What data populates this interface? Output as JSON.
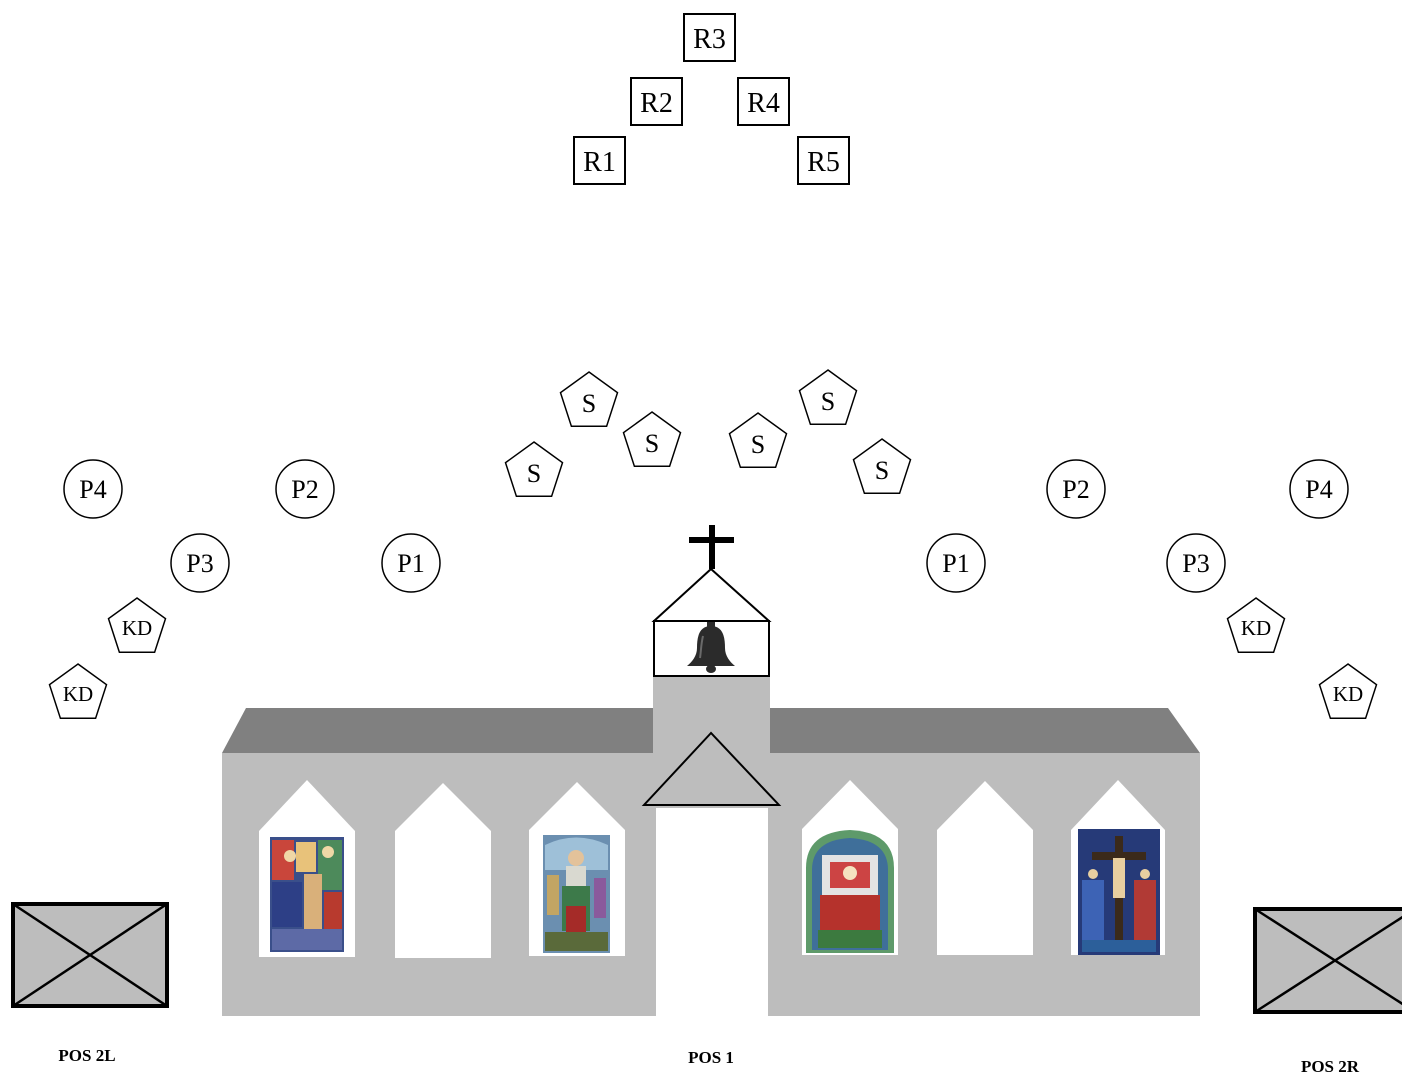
{
  "risers": {
    "r1": "R1",
    "r2": "R2",
    "r3": "R3",
    "r4": "R4",
    "r5": "R5"
  },
  "soloists": {
    "s1": "S",
    "s2": "S",
    "s3": "S",
    "s4": "S",
    "s5": "S",
    "s6": "S"
  },
  "players_left": {
    "p1": "P1",
    "p2": "P2",
    "p3": "P3",
    "p4": "P4"
  },
  "players_right": {
    "p1": "P1",
    "p2": "P2",
    "p3": "P3",
    "p4": "P4"
  },
  "dancers_left": {
    "kd1": "KD",
    "kd2": "KD"
  },
  "dancers_right": {
    "kd1": "KD",
    "kd2": "KD"
  },
  "positions": {
    "left": "POS 2L",
    "center": "POS 1",
    "right": "POS 2R"
  },
  "colors": {
    "wall": "#bdbdbd",
    "roof": "#808080",
    "window": "#ffffff",
    "outline": "#000000",
    "speaker_fill": "#bdbdbd"
  }
}
